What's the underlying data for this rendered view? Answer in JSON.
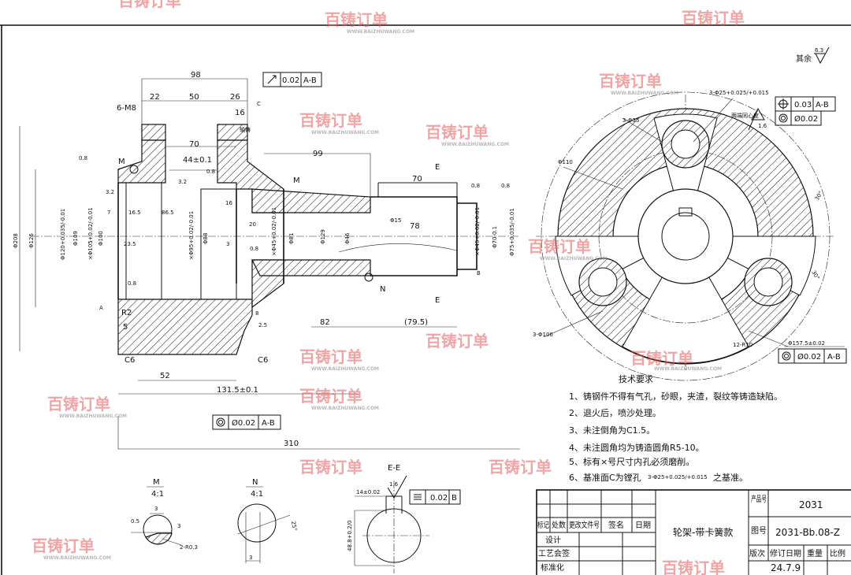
{
  "watermark": {
    "brand": "百铸订单",
    "url": "WWW.BAIZHUWANG.COM"
  },
  "roughness_note": {
    "label": "其余",
    "value": "6.3"
  },
  "main_view": {
    "d98": "98",
    "d22": "22",
    "d50": "50",
    "d26": "26",
    "d16a": "16",
    "d70": "70",
    "m8": "6-M8",
    "d44": "44±0.1",
    "r32": "3.2",
    "r08a": "0.8",
    "r08b": "0.8",
    "r08c": "0.8",
    "r08d": "0.8",
    "r08e": "0.8",
    "r08f": "0.8",
    "m_label": "M",
    "n_label": "N",
    "e_label1": "E",
    "e_label2": "E",
    "datum_a": "A",
    "datum_b": "B",
    "datum_c": "C",
    "d99": "99",
    "d70b": "70",
    "d15": "Φ15",
    "d78": "78",
    "d82": "82",
    "d795": "(79.5)",
    "d208": "Φ208",
    "d126": "Φ126",
    "d120": "Φ120+0.035/-0.01",
    "d109": "Φ109",
    "d105": "×Φ105+0.02/-0.01",
    "d100": "Φ100",
    "d95": "×Φ95+0.02/-0.01",
    "d88": "Φ88",
    "d45": "×Φ45+0.02/-0.01",
    "d81": "Φ81",
    "d129": "Φ129",
    "d46": "Φ46",
    "d45b": "×Φ45+0.02/-0.01",
    "d70m": "Φ70-0.1",
    "d75": "Φ75+0.035/-0.01",
    "d32": "3.2",
    "d7": "7",
    "d165": "16.5",
    "d865": "86.5",
    "d235": "23.5",
    "d16b": "16",
    "d20": "20",
    "d3": "3",
    "r2": "R2",
    "d5": "5",
    "c6a": "C6",
    "c6b": "C6",
    "d8": "8",
    "d25": "2.5",
    "d52": "52",
    "d1315": "131.5±0.1",
    "d310": "310",
    "runout_tol": "0.02",
    "runout_ref": "A-B",
    "conc_tol": "Ø0.02",
    "conc_ref": "A-B",
    "note_shaft": "轴铸"
  },
  "right_view": {
    "holes": "3-Φ25+0.025/+0.015",
    "both_ends": "两端同心度",
    "r16": "1.6",
    "d35": "3-Φ35",
    "d110": "Φ110",
    "d106": "3-Φ106",
    "r10": "12-R10",
    "d1575": "Φ157.5±0.02",
    "pos_tol": "0.03",
    "pos_ref": "A-B",
    "conc_tol": "Ø0.02",
    "conc_tol2": "Ø0.02",
    "conc_ref2": "A-B",
    "ang1": "30°",
    "ang2": "30°"
  },
  "details": {
    "m_title": "M",
    "m_scale": "4:1",
    "m_d3a": "3",
    "m_d3b": "3",
    "m_d05": "0.5",
    "m_r": "2-R0.3",
    "n_title": "N",
    "n_scale": "4:1",
    "n_ang": "25°",
    "n_d3": "3",
    "ee_title": "E-E",
    "ee_width": "14±0.02",
    "ee_rough": "1.6",
    "ee_tol": "0.02",
    "ee_ref": "B",
    "ee_depth": "48.8+0.2/0"
  },
  "requirements": {
    "title": "技术要求",
    "items": [
      "1、铸钢件不得有气孔，砂眼，夹渣，裂纹等铸造缺陷。",
      "2、退火后，喷沙处理。",
      "3、未注倒角为C1.5。",
      "4、未注圆角均为铸造圆角R5-10。",
      "5、标有×号尺寸内孔必须磨削。",
      "6、基准面C为镗孔"
    ],
    "item6_ref": "3-Φ25+0.025/+0.015",
    "item6_end": "之基准。"
  },
  "title_block": {
    "h_mark": "标记",
    "h_count": "处数",
    "h_doc": "更改文件号",
    "h_sign": "签名",
    "h_date": "日期",
    "design": "设计",
    "process": "工艺会签",
    "standard": "标准化",
    "part_name": "轮架-带卡簧款",
    "product_label": "产品号",
    "product_no": "2031",
    "drawing_label": "图号",
    "drawing_no": "2031-Bb.08-Z",
    "version": "版次",
    "rev_date_label": "修订日期",
    "weight": "重量",
    "scale": "比例",
    "rev_date": "24.7.9"
  }
}
